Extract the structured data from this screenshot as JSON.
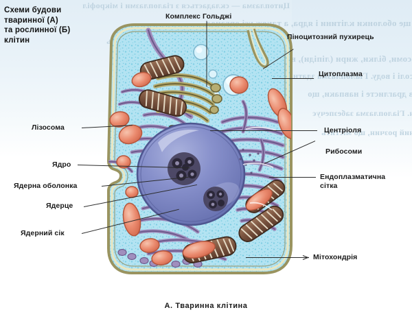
{
  "figure": {
    "title": "Схеми будови тваринної (А) та рослинної (Б) клітин",
    "title_lines": [
      "Схеми будови",
      "тваринної (А)",
      "та рослинної (Б)",
      "клітин"
    ],
    "caption": "А.  Тваринна клітина"
  },
  "labels": [
    {
      "id": "golgi",
      "text": "Комплекс Гольджі",
      "side": "top"
    },
    {
      "id": "pinocytic",
      "text": "Піноцитозний пухирець",
      "side": "right"
    },
    {
      "id": "cytoplasm",
      "text": "Цитоплазма",
      "side": "right"
    },
    {
      "id": "centriole",
      "text": "Центріоля",
      "side": "right"
    },
    {
      "id": "ribosomes",
      "text": "Рибосоми",
      "side": "right"
    },
    {
      "id": "er",
      "text": "Ендоплазматична сітка",
      "side": "right",
      "line1": "Ендоплазматична",
      "line2": "сітка"
    },
    {
      "id": "mitochondria",
      "text": "Мітохондрія",
      "side": "right"
    },
    {
      "id": "lysosome",
      "text": "Лізосома",
      "side": "left"
    },
    {
      "id": "nucleus",
      "text": "Ядро",
      "side": "left"
    },
    {
      "id": "nuclear_envelope",
      "text": "Ядерна оболонка",
      "side": "left"
    },
    {
      "id": "nucleolus",
      "text": "Ядерце",
      "side": "left"
    },
    {
      "id": "nuclear_sap",
      "text": "Ядерний сік",
      "side": "left"
    }
  ],
  "ghost_text": {
    "note": "faint mirrored show-through text from the reverse side of the printed page",
    "lines": [
      "Цитоплазма — складається з гіалоплазми і мікрофіл",
      "ще оболонки клітини і ядра, а також усі органел",
      "Гіаплазма — колоїдний розчин, що містить",
      "лізосоми, білки, жири (ліпіди), вуглеводи (гліко",
      "мінеральні солі і воду. Гіалоплазма здатна",
      "рідкого стану в драглисте і навпаки, що",
      "проникнення речовин. Гіалоплазма забезпечує"
    ]
  },
  "colors": {
    "cytoplasm": "#b3e3f2",
    "cytoplasm_dots": "#6ec7e0",
    "membrane_outer": "#b8b177",
    "membrane_inner": "#e8e6c0",
    "nucleus": "#7b85c4",
    "nucleus_highlight": "#a5adda",
    "nucleolus": "#3d3a52",
    "mitochondria": "#6b4a3a",
    "mitochondria_fill": "#8a6450",
    "lysosome": "#e8846b",
    "lysosome_highlight": "#f4b49c",
    "er": "#9b87b8",
    "er_outline": "#6e5a8c",
    "golgi": "#7d7442",
    "vesicle": "#cfeef9",
    "label_text": "#1a1a1a",
    "leader_line": "#2b2b2b",
    "ghost_text": "#b9cfdd",
    "page_background": "#ffffff"
  }
}
